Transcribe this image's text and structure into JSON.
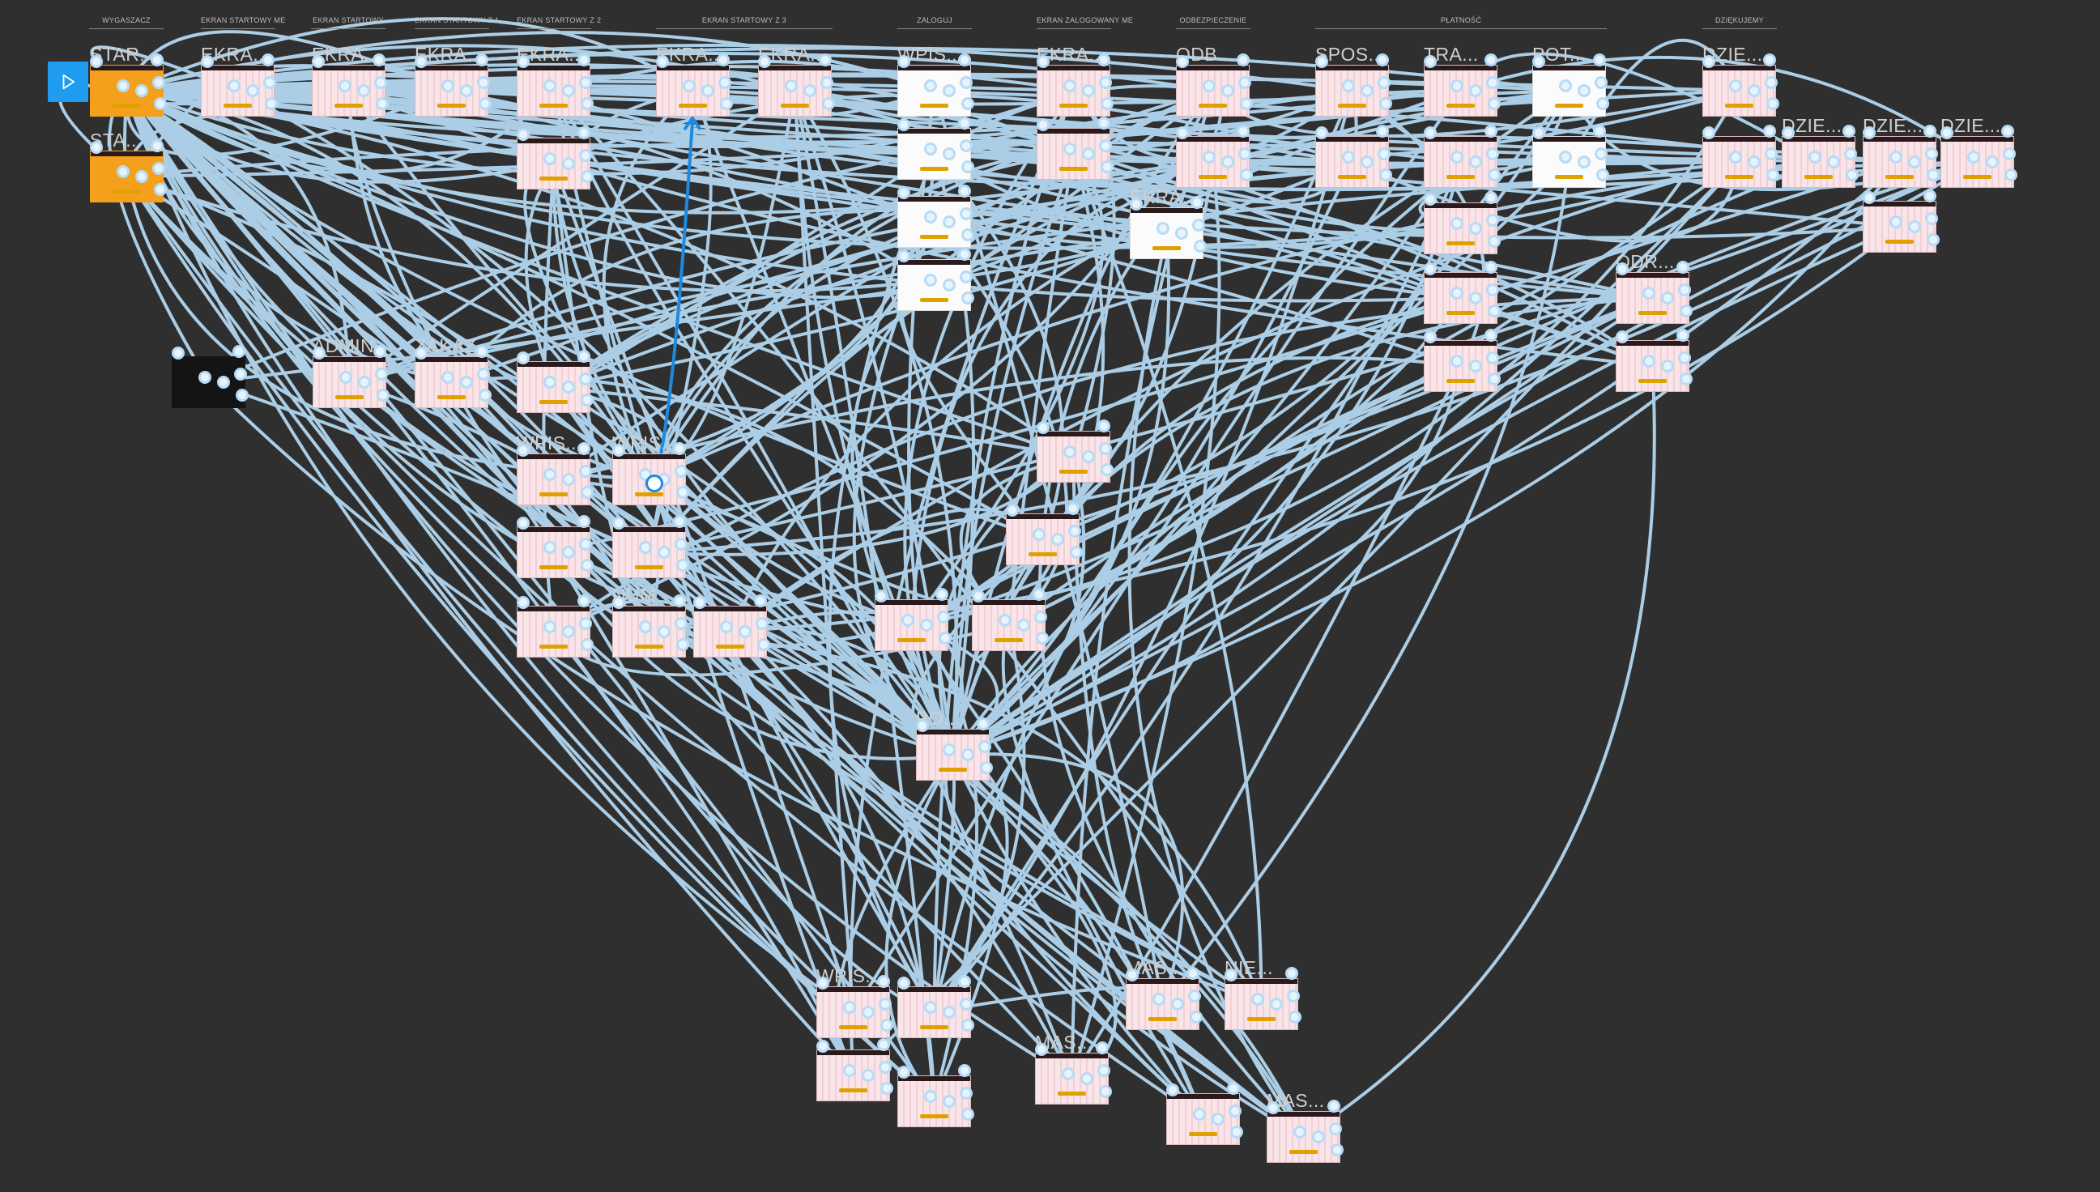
{
  "sections": [
    {
      "id": "s1",
      "label": "WYGASZACZ"
    },
    {
      "id": "s2",
      "label": "EKRAN STARTOWY ME"
    },
    {
      "id": "s3",
      "label": "EKRAN STARTOWY"
    },
    {
      "id": "s4",
      "label": "EKRAN STARTOWY Z 1"
    },
    {
      "id": "s5",
      "label": "EKRAN STARTOWY Z 2"
    },
    {
      "id": "s6",
      "label": "EKRAN STARTOWY Z 3"
    },
    {
      "id": "s7",
      "label": "ZALOGUJ"
    },
    {
      "id": "s8",
      "label": "EKRAN ZALOGOWANY ME"
    },
    {
      "id": "s9",
      "label": "ODBEZPIECZENIE"
    },
    {
      "id": "s10",
      "label": "PŁATNOŚĆ"
    },
    {
      "id": "s11",
      "label": "DZIĘKUJEMY"
    }
  ],
  "frames": [
    {
      "id": "f1",
      "label": "STAR...",
      "style": "orange"
    },
    {
      "id": "f2",
      "label": "STA...",
      "style": "orange"
    },
    {
      "id": "f3",
      "label": "EKRA...",
      "style": "stripes"
    },
    {
      "id": "f4",
      "label": "EKRA...",
      "style": "stripes"
    },
    {
      "id": "f5",
      "label": "EKRA...",
      "style": "stripes"
    },
    {
      "id": "f6",
      "label": "EKRA...",
      "style": "stripes"
    },
    {
      "id": "f7",
      "label": "",
      "style": "stripes"
    },
    {
      "id": "f8",
      "label": "EKRA...",
      "style": "stripes"
    },
    {
      "id": "f9",
      "label": "EKRA...",
      "style": "stripes"
    },
    {
      "id": "f10",
      "label": "WPIS...",
      "style": "white"
    },
    {
      "id": "f11",
      "label": "",
      "style": "white"
    },
    {
      "id": "f12",
      "label": "",
      "style": "white"
    },
    {
      "id": "f13",
      "label": "",
      "style": "white"
    },
    {
      "id": "f14",
      "label": "EKRA...",
      "style": "stripes"
    },
    {
      "id": "f15",
      "label": "",
      "style": "stripes"
    },
    {
      "id": "f16",
      "label": "EKRA...",
      "style": "white"
    },
    {
      "id": "f17",
      "label": "ODB...",
      "style": "stripes"
    },
    {
      "id": "f18",
      "label": "",
      "style": "stripes"
    },
    {
      "id": "f19",
      "label": "SPOS...",
      "style": "stripes"
    },
    {
      "id": "f20",
      "label": "",
      "style": "stripes"
    },
    {
      "id": "f21",
      "label": "TRA...",
      "style": "stripes"
    },
    {
      "id": "f22",
      "label": "",
      "style": "stripes"
    },
    {
      "id": "f23",
      "label": "",
      "style": "stripes"
    },
    {
      "id": "f24",
      "label": "",
      "style": "stripes"
    },
    {
      "id": "f25",
      "label": "",
      "style": "stripes"
    },
    {
      "id": "f26",
      "label": "POT...",
      "style": "white"
    },
    {
      "id": "f27",
      "label": "",
      "style": "white"
    },
    {
      "id": "f28",
      "label": "ODR...",
      "style": "stripes"
    },
    {
      "id": "f29",
      "label": "",
      "style": "stripes"
    },
    {
      "id": "f30",
      "label": "DZIE...",
      "style": "stripes"
    },
    {
      "id": "f31",
      "label": "",
      "style": "stripes"
    },
    {
      "id": "f32",
      "label": "DZIE...",
      "style": "stripes"
    },
    {
      "id": "f33",
      "label": "DZIE...",
      "style": "stripes"
    },
    {
      "id": "f34",
      "label": "DZIE...",
      "style": "stripes"
    },
    {
      "id": "f35",
      "label": "",
      "style": "stripes"
    },
    {
      "id": "f36",
      "label": "",
      "style": "dark"
    },
    {
      "id": "f37",
      "label": "ADMIN",
      "style": "stripes"
    },
    {
      "id": "f38",
      "label": "ZAKAZ",
      "style": "stripes"
    },
    {
      "id": "f39",
      "label": "",
      "style": "stripes"
    },
    {
      "id": "f40",
      "label": "WPIS...",
      "style": "stripes"
    },
    {
      "id": "f41",
      "label": "",
      "style": "stripes"
    },
    {
      "id": "f42",
      "label": "WPIS...",
      "style": "stripes"
    },
    {
      "id": "f43",
      "label": "",
      "style": "stripes"
    },
    {
      "id": "f44",
      "label": "",
      "style": "stripes"
    },
    {
      "id": "f45",
      "label": "NUM",
      "style": "stripes"
    },
    {
      "id": "f46",
      "label": "",
      "style": "stripes"
    },
    {
      "id": "f47",
      "label": "",
      "style": "stripes"
    },
    {
      "id": "f48",
      "label": "",
      "style": "stripes"
    },
    {
      "id": "f49",
      "label": "",
      "style": "stripes"
    },
    {
      "id": "f50",
      "label": "",
      "style": "stripes"
    },
    {
      "id": "f51",
      "label": "PO...",
      "style": "stripes"
    },
    {
      "id": "f52",
      "label": "WPIS...",
      "style": "stripes"
    },
    {
      "id": "f53",
      "label": "",
      "style": "stripes"
    },
    {
      "id": "f54",
      "label": "",
      "style": "stripes"
    },
    {
      "id": "f55",
      "label": "",
      "style": "stripes"
    },
    {
      "id": "f56",
      "label": "MAS...",
      "style": "stripes"
    },
    {
      "id": "f57",
      "label": "NIE...",
      "style": "stripes"
    },
    {
      "id": "f58",
      "label": "MAS...",
      "style": "stripes"
    },
    {
      "id": "f59",
      "label": "",
      "style": "stripes"
    },
    {
      "id": "f60",
      "label": "MAS...",
      "style": "stripes"
    }
  ],
  "colors": {
    "background": "#2f2f2f",
    "connector": "#b6dcf6",
    "selected_connector": "#1d8ae0",
    "play_button": "#1f9bf0",
    "start_frame": "#f5a01c"
  },
  "play_button": {
    "icon": "play-icon"
  }
}
